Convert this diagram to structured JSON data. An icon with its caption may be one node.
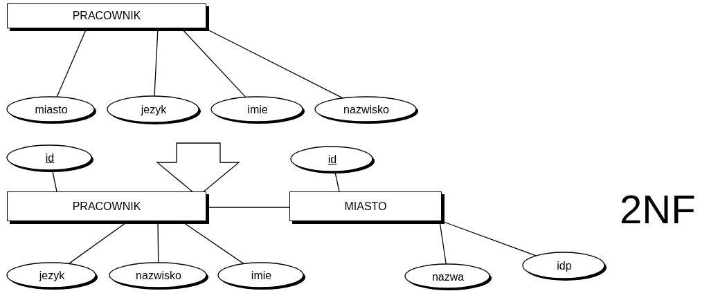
{
  "diagram": {
    "nodes": [
      {
        "text": [
          "PRACOWNIK"
        ]
      },
      {
        "text": [
          "miasto"
        ]
      },
      {
        "text": [
          "jezyk"
        ]
      },
      {
        "text": [
          "imie"
        ]
      },
      {
        "text": [
          "nazwisko"
        ]
      },
      {
        "text": [
          "id"
        ]
      },
      {
        "text": [
          "id"
        ]
      },
      {
        "text": [
          "PRACOWNIK"
        ]
      },
      {
        "text": [
          "MIASTO"
        ]
      },
      {
        "text": [
          "jezyk"
        ]
      },
      {
        "text": [
          "nazwisko"
        ]
      },
      {
        "text": [
          "imie"
        ]
      },
      {
        "text": [
          "nazwa"
        ]
      },
      {
        "text": [
          "idp"
        ]
      }
    ],
    "edges": [
      {
        "from": 0,
        "to": 1,
        "arrow": "none"
      },
      {
        "from": 0,
        "to": 2,
        "arrow": "none"
      },
      {
        "from": 0,
        "to": 3,
        "arrow": "none"
      },
      {
        "from": 0,
        "to": 4,
        "arrow": "none"
      },
      {
        "from": 5,
        "to": 7,
        "arrow": "none"
      },
      {
        "from": 7,
        "to": 8,
        "arrow": "none"
      },
      {
        "from": 6,
        "to": 8,
        "arrow": "none"
      },
      {
        "from": 7,
        "to": 9,
        "arrow": "none"
      },
      {
        "from": 7,
        "to": 10,
        "arrow": "none"
      },
      {
        "from": 7,
        "to": 11,
        "arrow": "none"
      },
      {
        "from": 8,
        "to": 12,
        "arrow": "none"
      },
      {
        "from": 8,
        "to": 13,
        "arrow": "none"
      },
      {
        "from": 2,
        "to": 7,
        "arrow": "to",
        "style": "thick"
      }
    ],
    "labels": [
      "2NF"
    ]
  }
}
